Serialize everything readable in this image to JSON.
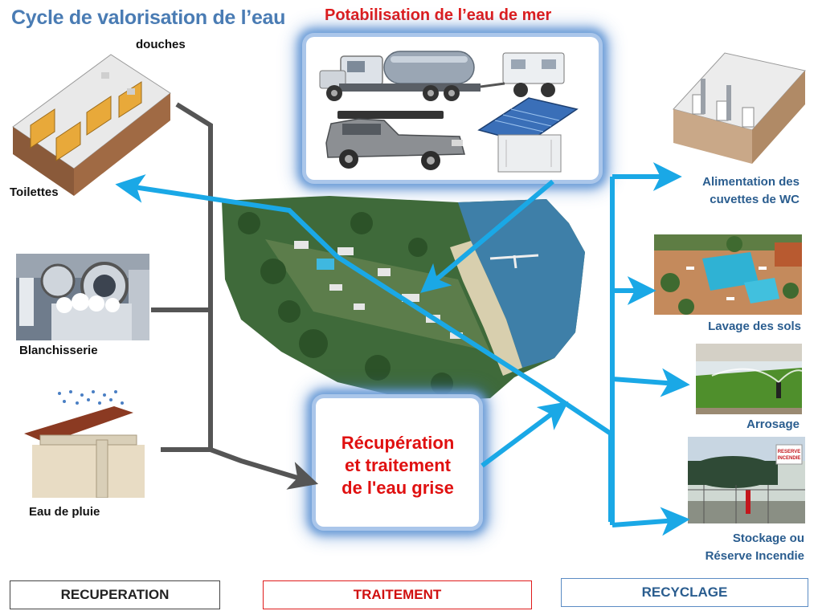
{
  "title": "Cycle de valorisation de l’eau",
  "center_title": "Potabilisation de l’eau de mer",
  "left_sources": {
    "douches": "douches",
    "toilettes": "Toilettes",
    "blanchisserie": "Blanchisserie",
    "eau_de_pluie": "Eau de pluie"
  },
  "treatment": {
    "line1": "Récupération",
    "line2": "et traitement",
    "line3": "de l'eau grise"
  },
  "uses": {
    "wc_line1": "Alimentation des",
    "wc_line2": "cuvettes de WC",
    "sols": "Lavage des sols",
    "arrosage": "Arrosage",
    "stockage_line1": "Stockage ou",
    "stockage_line2": "Réserve Incendie"
  },
  "sign": {
    "line1": "RESERVE",
    "line2": "INCENDIE"
  },
  "stages": {
    "recuperation": "RECUPERATION",
    "traitement": "TRAITEMENT",
    "recyclage": "RECYCLAGE"
  },
  "colors": {
    "title_blue": "#4a7cb4",
    "red": "#e01b1b",
    "arrow_blue": "#1aa8e6",
    "arrow_grey": "#555555",
    "recyclage_blue": "#2a5d8f"
  }
}
